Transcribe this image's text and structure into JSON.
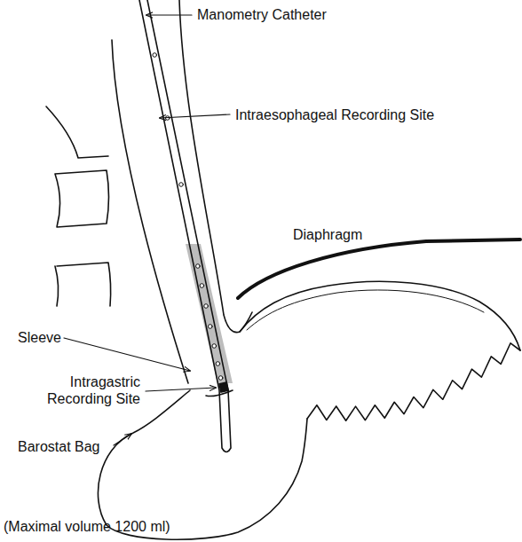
{
  "diagram": {
    "labels": [
      "Manometry Catheter",
      "Intraesophageal Recording Site",
      "Diaphragm",
      "Sleeve",
      "Intragastric Recording Site",
      "Barostat Bag",
      "(Maximal volume 1200 ml)"
    ]
  }
}
